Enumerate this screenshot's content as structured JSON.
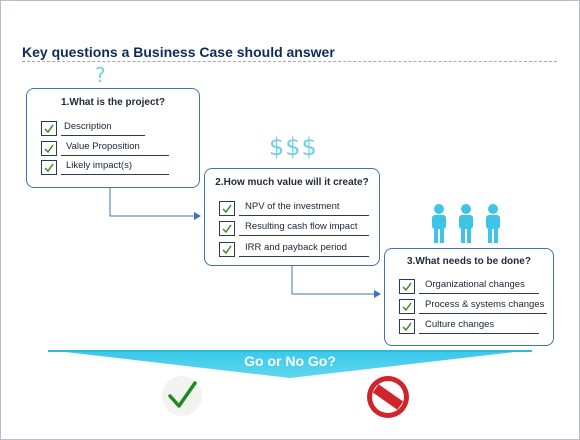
{
  "title": "Key questions a Business Case should answer",
  "symbols": {
    "question": "?",
    "dollars": "$$$"
  },
  "boxes": [
    {
      "title": "1.What is the project?",
      "items": [
        "Description",
        "Value Proposition",
        "Likely impact(s)"
      ]
    },
    {
      "title": "2.How much value will it create?",
      "items": [
        "NPV of the investment",
        "Resulting cash flow impact",
        "IRR and payback period"
      ]
    },
    {
      "title": "3.What needs to be done?",
      "items": [
        "Organizational changes",
        "Process & systems changes",
        "Culture changes"
      ]
    }
  ],
  "banner": {
    "label": "Go or No Go?"
  },
  "icons": {
    "question": "question-mark-icon",
    "dollars": "dollar-signs-icon",
    "people": "people-icon",
    "check": "check-mark-icon",
    "go": "green-check-icon",
    "nogo": "no-entry-icon"
  },
  "colors": {
    "title": "#0e2a5c",
    "box_border": "#3f73b5",
    "accent": "#38c8ea",
    "go": "#1e8a1e",
    "nogo": "#d1232a"
  }
}
